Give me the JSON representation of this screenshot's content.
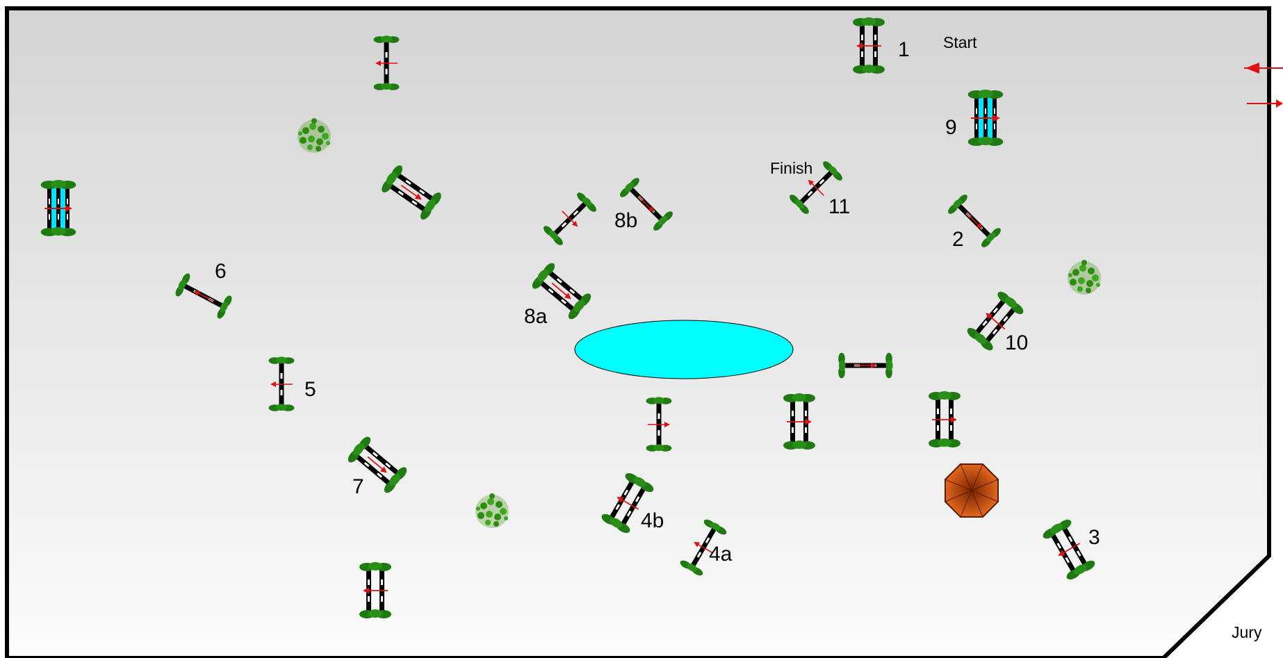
{
  "course": {
    "labels": {
      "start": "Start",
      "finish": "Finish",
      "jury": "Jury"
    },
    "fence_numbers": [
      "1",
      "2",
      "3",
      "4a",
      "4b",
      "5",
      "6",
      "7",
      "8a",
      "8b",
      "9",
      "10",
      "11"
    ],
    "colors": {
      "arena_top": "#d4d4d4",
      "arena_bottom": "#fbfbfb",
      "border": "#000000",
      "bush": "#1f7a12",
      "direction_arrow": "#e01010",
      "water": "#00ffff",
      "pole_dark": "#000000",
      "pole_light": "#ffffff",
      "umbrella": "#c8490c"
    }
  }
}
